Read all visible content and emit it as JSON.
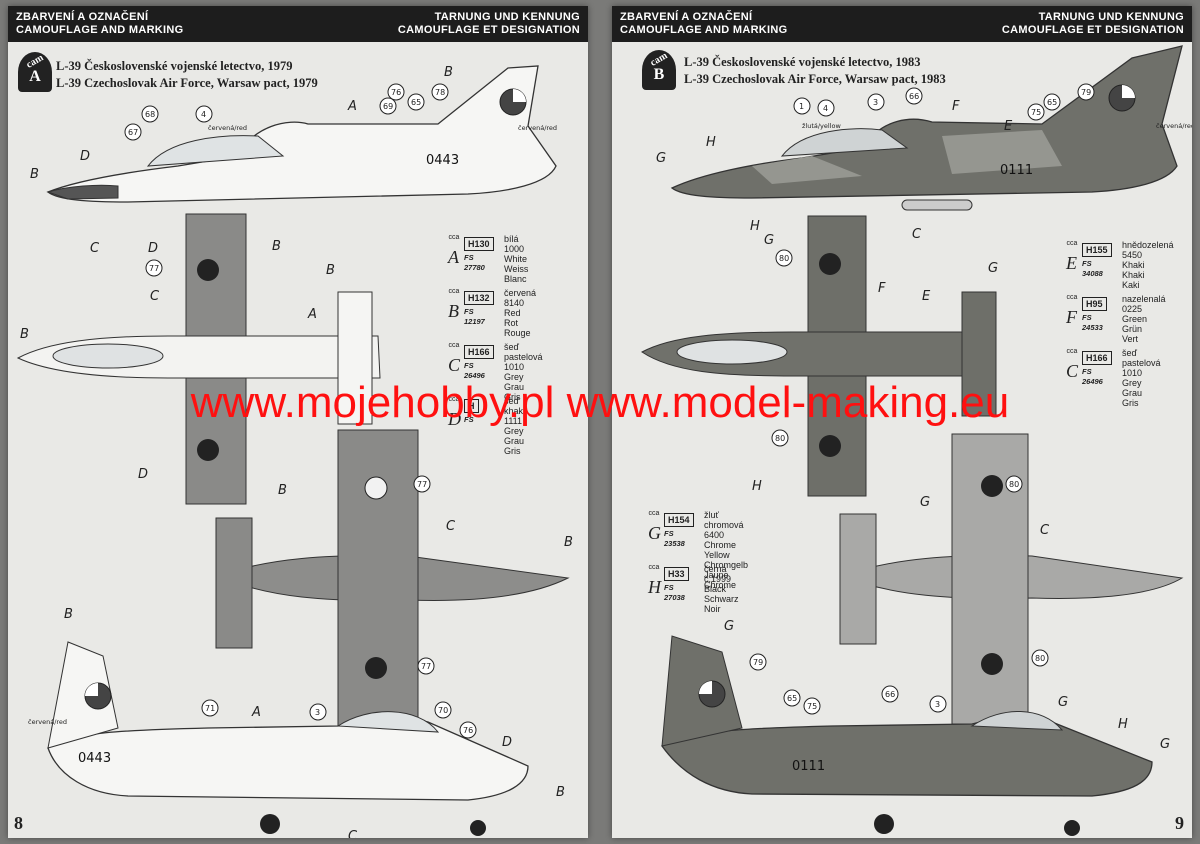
{
  "left": {
    "header_left": [
      "ZBARVENÍ A OZNAČENÍ",
      "CAMOUFLAGE AND MARKING"
    ],
    "header_right": [
      "TARNUNG UND KENNUNG",
      "CAMOUFLAGE ET DESIGNATION"
    ],
    "logo_text": "cam",
    "logo_letter": "A",
    "title_lines": [
      "L-39 Československé vojenské letectvo, 1979",
      "L-39 Czechoslovak Air Force, Warsaw pact, 1979"
    ],
    "registration": "0443",
    "red_label": "červená/red",
    "page_number": "8",
    "legend": [
      {
        "cca": "cca",
        "letter": "A",
        "code": "H130",
        "fs": "FS 27780",
        "names": [
          "bílá 1000",
          "White",
          "Weiss",
          "Blanc"
        ]
      },
      {
        "cca": "cca",
        "letter": "B",
        "code": "H132",
        "fs": "FS 12197",
        "names": [
          "červená 8140",
          "Red",
          "Rot",
          "Rouge"
        ]
      },
      {
        "cca": "cca",
        "letter": "C",
        "code": "H166",
        "fs": "FS 26496",
        "names": [
          "šeď pastelová 1010",
          "Grey",
          "Grau",
          "Gris"
        ]
      },
      {
        "cca": "cca",
        "letter": "D",
        "code": "H",
        "fs": "FS",
        "names": [
          "šeď khaki 1111",
          "Grey",
          "Grau",
          "Gris"
        ]
      }
    ],
    "callouts": [
      "67",
      "68",
      "4",
      "76",
      "78",
      "65",
      "69",
      "77",
      "71",
      "70",
      "3"
    ],
    "letters": [
      "A",
      "B",
      "C",
      "D"
    ]
  },
  "right": {
    "header_left": [
      "ZBARVENÍ A OZNAČENÍ",
      "CAMOUFLAGE AND MARKING"
    ],
    "header_right": [
      "TARNUNG UND KENNUNG",
      "CAMOUFLAGE ET DESIGNATION"
    ],
    "logo_text": "cam",
    "logo_letter": "B",
    "title_lines": [
      "L-39 Československé vojenské letectvo, 1983",
      "L-39 Czechoslovak Air Force, Warsaw pact, 1983"
    ],
    "registration": "0111",
    "red_label": "červená/red",
    "yellow_label": "žlutá/yellow",
    "page_number": "9",
    "legend": [
      {
        "cca": "cca",
        "letter": "E",
        "code": "H155",
        "fs": "FS 34088",
        "names": [
          "hnědozelená 5450",
          "Khaki",
          "Khaki",
          "Kaki"
        ]
      },
      {
        "cca": "cca",
        "letter": "F",
        "code": "H95",
        "fs": "FS 24533",
        "names": [
          "nazelenalá 0225",
          "Green",
          "Grün",
          "Vert"
        ]
      },
      {
        "cca": "cca",
        "letter": "C",
        "code": "H166",
        "fs": "FS 26496",
        "names": [
          "šeď pastelová 1010",
          "Grey",
          "Grau",
          "Gris"
        ]
      },
      {
        "cca": "cca",
        "letter": "G",
        "code": "H154",
        "fs": "FS 23538",
        "names": [
          "žluť chromová 6400",
          "Chrome Yellow",
          "Chromgelb",
          "Jaune Chrome"
        ]
      },
      {
        "cca": "cca",
        "letter": "H",
        "code": "H33",
        "fs": "FS 27038",
        "names": [
          "černá č.1999",
          "Black",
          "Schwarz",
          "Noir"
        ]
      }
    ],
    "callouts": [
      "79",
      "1",
      "4",
      "3",
      "66",
      "75",
      "65",
      "80"
    ],
    "letters": [
      "E",
      "F",
      "G",
      "H",
      "C"
    ]
  },
  "watermark": "www.mojehobby.pl www.model-making.eu"
}
